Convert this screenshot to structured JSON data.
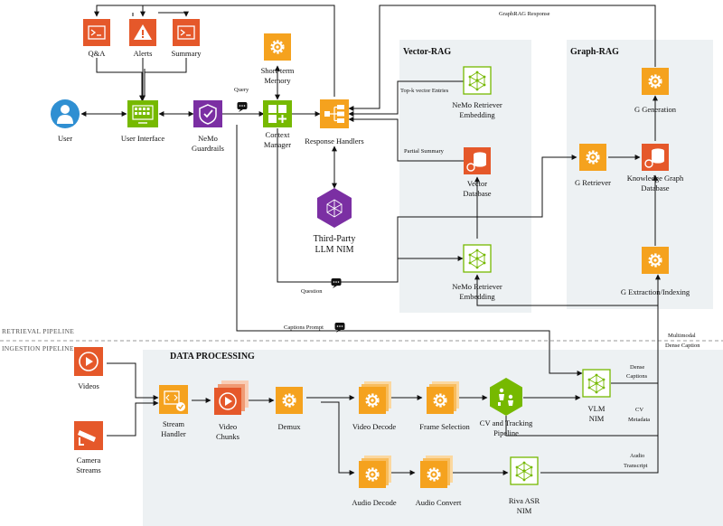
{
  "sections": {
    "vector_rag": "Vector-RAG",
    "graph_rag": "Graph-RAG",
    "data_processing": "DATA PROCESSING",
    "retrieval_pipeline": "RETRIEVAL PIPELINE",
    "ingestion_pipeline": "INGESTION PIPELINE"
  },
  "nodes": {
    "qa": "Q&A",
    "alerts": "Alerts",
    "summary": "Summary",
    "user": "User",
    "user_interface": "User Interface",
    "guardrails_1": "NeMo",
    "guardrails_2": "Guardrails",
    "memory_1": "Short-term",
    "memory_2": "Memory",
    "context_1": "Context",
    "context_2": "Manager",
    "handlers": "Response Handlers",
    "llm_1": "Third-Party",
    "llm_2": "LLM NIM",
    "retr_emb_top_1": "NeMo Retriever",
    "retr_emb_top_2": "Embedding",
    "vector_db_1": "Vector",
    "vector_db_2": "Database",
    "retr_emb_bot_1": "NeMo Retriever",
    "retr_emb_bot_2": "Embedding",
    "g_generation": "G Generation",
    "g_retriever": "G Retriever",
    "kg_1": "Knowledge Graph",
    "kg_2": "Database",
    "g_extraction": "G Extraction/Indexing",
    "videos": "Videos",
    "camera_1": "Camera",
    "camera_2": "Streams",
    "stream_1": "Stream",
    "stream_2": "Handler",
    "chunks_1": "Video",
    "chunks_2": "Chunks",
    "demux": "Demux",
    "video_decode": "Video Decode",
    "frame_selection": "Frame Selection",
    "cv_1": "CV and Tracking",
    "cv_2": "Pipeline",
    "vlm_1": "VLM",
    "vlm_2": "NIM",
    "audio_decode": "Audio Decode",
    "audio_convert": "Audio Convert",
    "riva_1": "Riva ASR",
    "riva_2": "NIM"
  },
  "edge_labels": {
    "graphrag_response": "GraphRAG Response",
    "query": "Query",
    "topk": "Top-k vector Entries",
    "partial_summary": "Partial Summary",
    "question": "Question",
    "captions_prompt": "Captions Prompt",
    "multimodal_1": "Multimodal",
    "multimodal_2": "Dense Caption",
    "dense_1": "Dense",
    "dense_2": "Captions",
    "cv_meta_1": "CV",
    "cv_meta_2": "Metadata",
    "audio_1": "Audio",
    "audio_2": "Transcript"
  },
  "colors": {
    "nvidia_green": "#76B900",
    "orange_dark": "#E5582A",
    "orange_light": "#F5A21E",
    "guardrail_purple": "#7B2FA3",
    "user_blue": "#2F8FD2",
    "panel_gray": "#EDF1F3"
  },
  "icons": {
    "terminal": "terminal-icon",
    "alert": "alert-triangle-icon",
    "user": "user-person-icon",
    "ui": "dashboard-grid-icon",
    "shield": "shield-check-icon",
    "gear": "gear-icon",
    "context": "plus-square-icon",
    "handlers": "flow-handler-icon",
    "network": "network-cube-icon",
    "database": "database-icon",
    "play": "play-circle-icon",
    "camera": "security-camera-icon",
    "code": "code-icon",
    "chat": "chat-bubble-icon"
  }
}
